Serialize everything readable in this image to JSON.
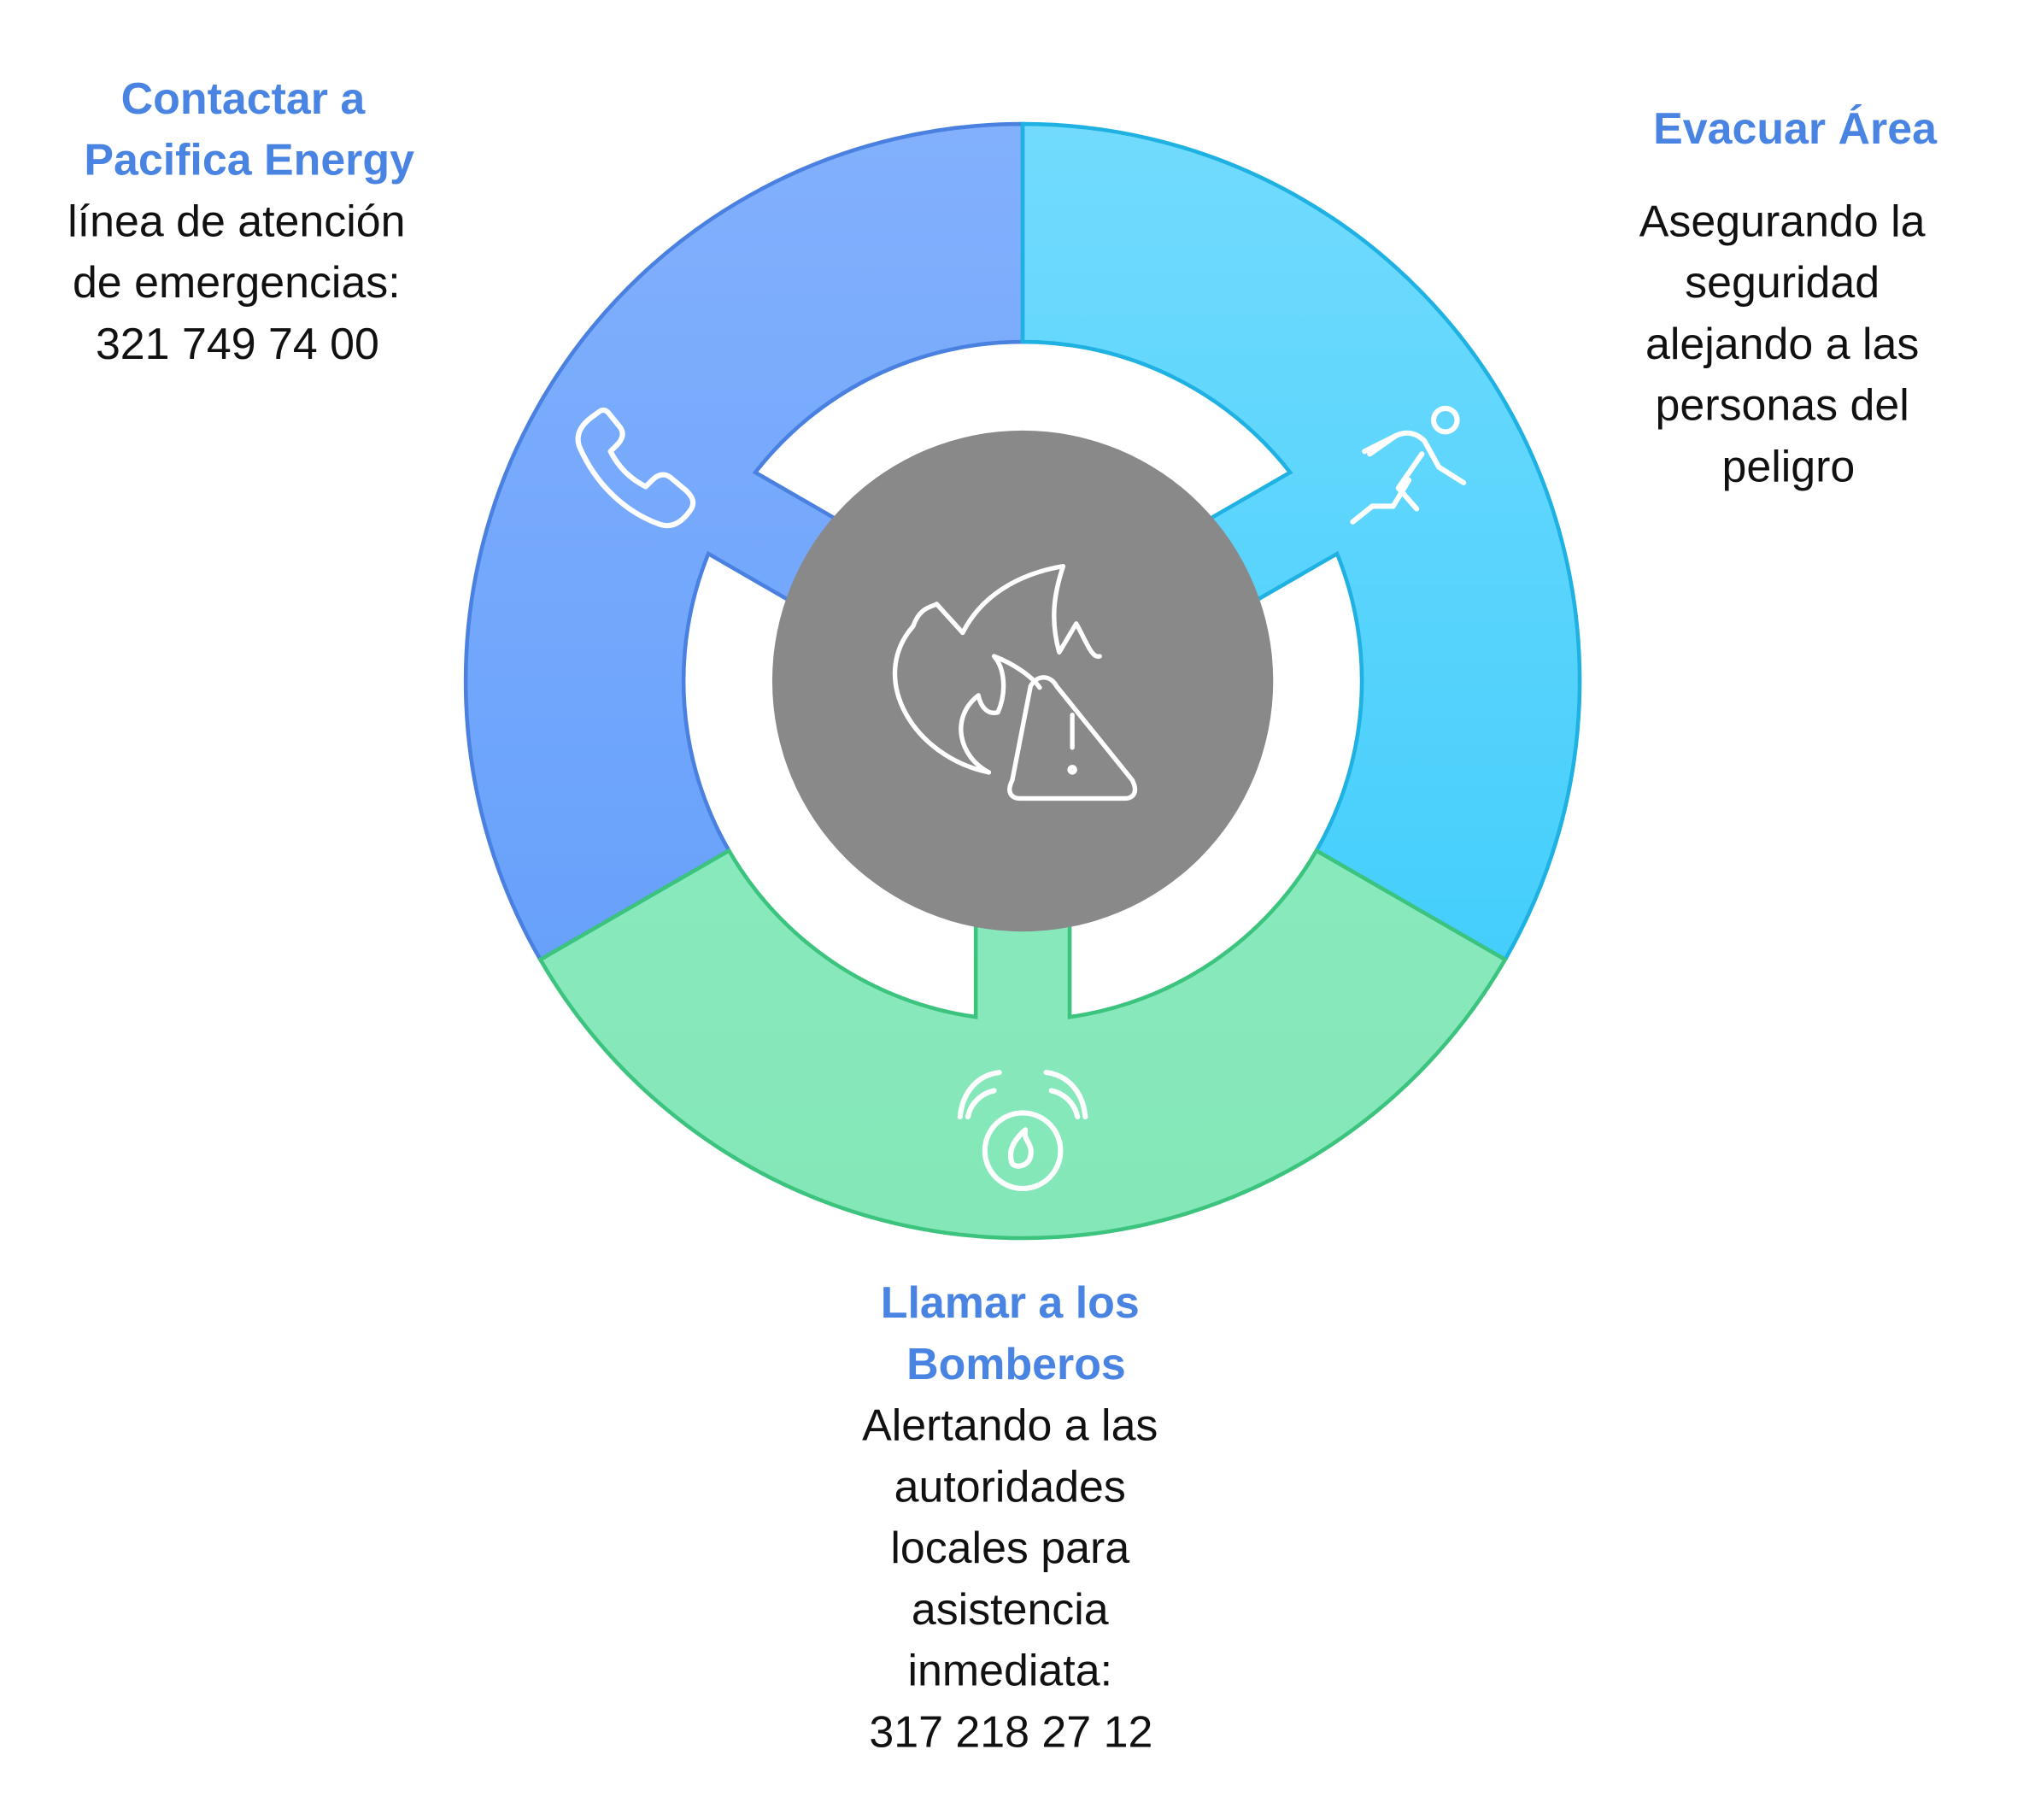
{
  "center": {
    "icon": "fire-warning-icon",
    "color": "#898989"
  },
  "segments": [
    {
      "id": "contact",
      "title_lines": [
        "Contactar a",
        "Pacifica Energy"
      ],
      "body_lines": [
        "línea de atención",
        "de emergencias:",
        "321 749 74 00"
      ],
      "icon": "phone-icon",
      "fill_top": "#82b0fd",
      "fill_bottom": "#68a1fb",
      "stroke": "#4a80e0"
    },
    {
      "id": "evacuate",
      "title_lines": [
        "Evacuar Área"
      ],
      "body_lines": [
        "Asegurando la",
        "seguridad",
        "alejando a las",
        "personas del",
        "peligro"
      ],
      "icon": "running-person-icon",
      "fill_top": "#72dbfd",
      "fill_bottom": "#44cefc",
      "stroke": "#1eb1e2"
    },
    {
      "id": "firefighters",
      "title_lines": [
        "Llamar a los",
        "Bomberos"
      ],
      "body_lines": [
        "Alertando a las",
        "autoridades",
        "locales para",
        "asistencia",
        "inmediata:",
        "317 218 27 12"
      ],
      "icon": "fire-alarm-icon",
      "fill_top": "#88e9bd",
      "fill_bottom": "#84e7b8",
      "stroke": "#3cc47f"
    }
  ]
}
